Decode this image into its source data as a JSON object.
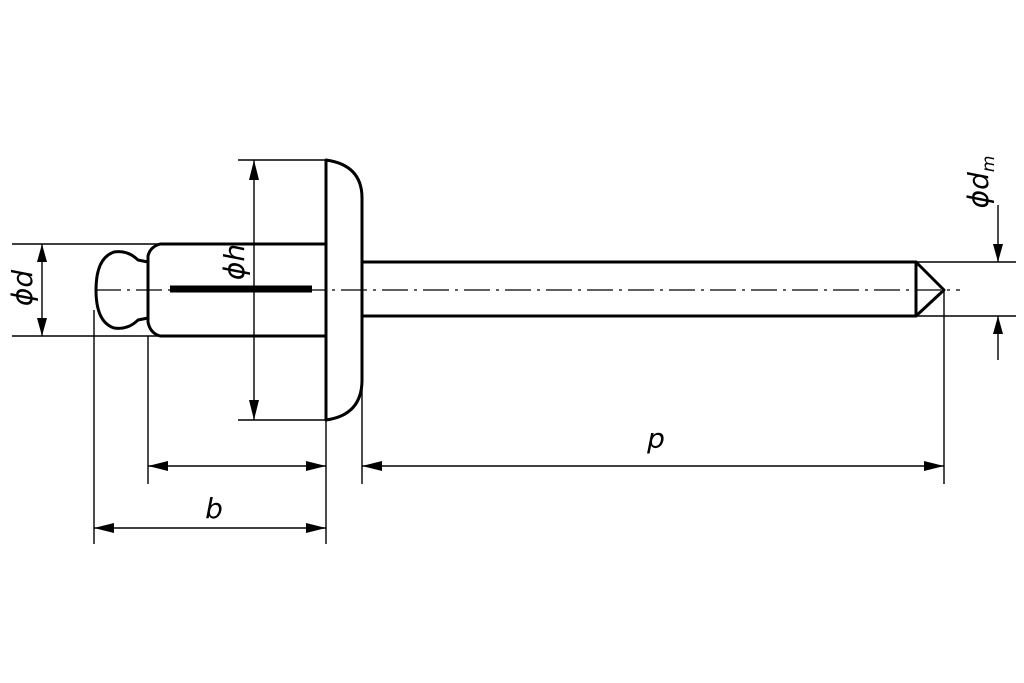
{
  "labels": {
    "phi_d": "ϕd",
    "phi_h": "ϕh",
    "phi_dm_main": "ϕd",
    "phi_dm_sub": "m",
    "p": "p",
    "b": "b"
  },
  "colors": {
    "line": "#000000",
    "background": "#ffffff"
  }
}
